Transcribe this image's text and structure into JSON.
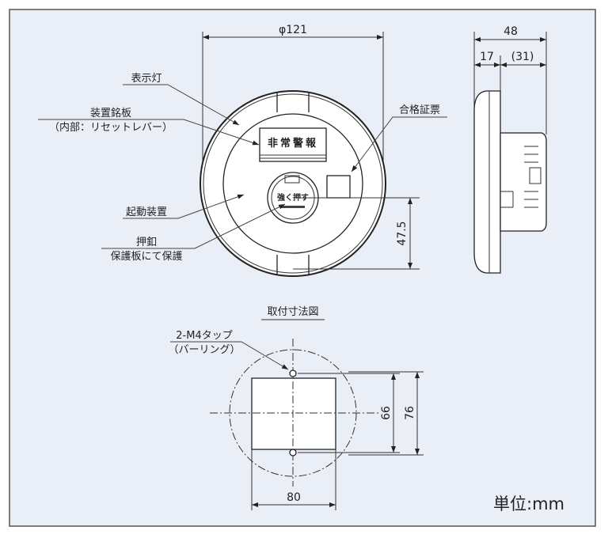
{
  "front_view": {
    "dim_diameter": "φ121",
    "dim_height": "47.5",
    "plate_text": "非常警報",
    "button_text": "強く押す",
    "labels": {
      "indicator_lamp": "表示灯",
      "nameplate": "装置銘板",
      "nameplate_note": "（内部：リセットレバー）",
      "trigger_device": "起動装置",
      "push_button": "押釦",
      "push_button_note": "保護板にて保護",
      "certification_label": "合格証票"
    }
  },
  "side_view": {
    "dim_total": "48",
    "dim_front": "17",
    "dim_rear": "(31)"
  },
  "mounting": {
    "title": "取付寸法図",
    "tap_label": "2-M4タップ",
    "tap_note": "（バーリング）",
    "dim_pitch": "66",
    "dim_height": "76",
    "dim_width": "80"
  },
  "unit": "単位:mm",
  "colors": {
    "background": "#e9eef7",
    "line": "#222222"
  }
}
